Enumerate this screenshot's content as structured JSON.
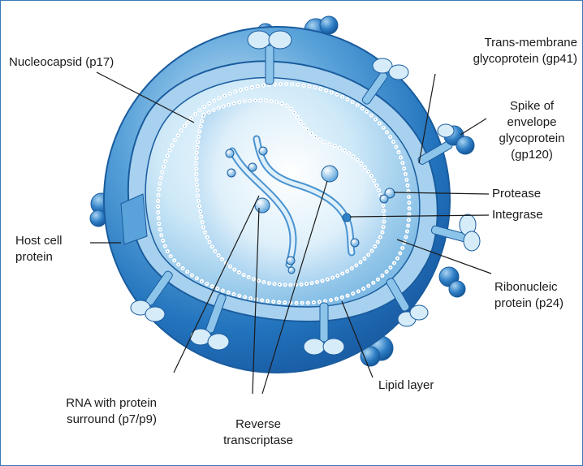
{
  "labels": {
    "nucleocapsid": "Nucleocapsid (p17)",
    "host_cell_protein": [
      "Host cell",
      "protein"
    ],
    "rna_protein": [
      "RNA with protein",
      "surround (p7/p9)"
    ],
    "reverse_transcriptase": [
      "Reverse",
      "transcriptase"
    ],
    "lipid_layer": "Lipid layer",
    "ribonucleic_protein": [
      "Ribonucleic",
      "protein (p24)"
    ],
    "integrase": "Integrase",
    "protease": "Protease",
    "spike": [
      "Spike of",
      "envelope",
      "glycoprotein",
      "(gp120)"
    ],
    "transmembrane": [
      "Trans-membrane",
      "glycoprotein (gp41)"
    ]
  },
  "colors": {
    "envelope_dark": "#1f6db5",
    "envelope_light": "#bfe0f4",
    "core_light": "#e8f5fc",
    "outline": "#1a5c9e",
    "leader": "#1a1a1a"
  }
}
